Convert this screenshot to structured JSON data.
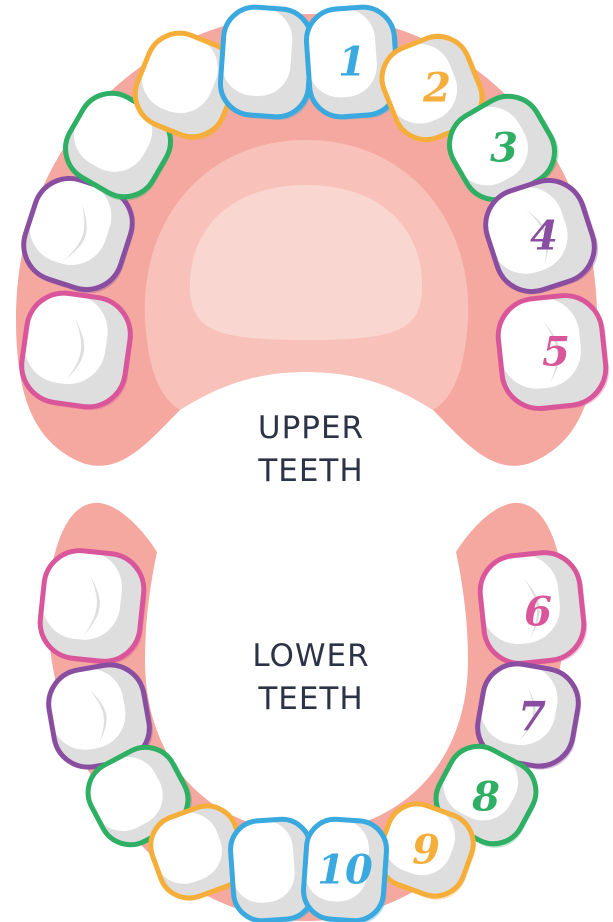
{
  "labels": {
    "upper_line1": "UPPER",
    "upper_line2": "TEETH",
    "lower_line1": "LOWER",
    "lower_line2": "TEETH"
  },
  "colors": {
    "gum": "#f4a8a0",
    "palate": "#f8c2bb",
    "palate_inner": "#fad6d0",
    "tooth_fill": "#ffffff",
    "tooth_shade": "#dedede",
    "incisor": "#3aa9df",
    "lateral": "#f6ae3b",
    "canine": "#2eaf63",
    "first_molar": "#8a4ea1",
    "second_molar": "#d9569a",
    "label_text": "#2c3347"
  },
  "upper_numbers": [
    "1",
    "2",
    "3",
    "4",
    "5"
  ],
  "lower_numbers": [
    "6",
    "7",
    "8",
    "9",
    "10"
  ]
}
